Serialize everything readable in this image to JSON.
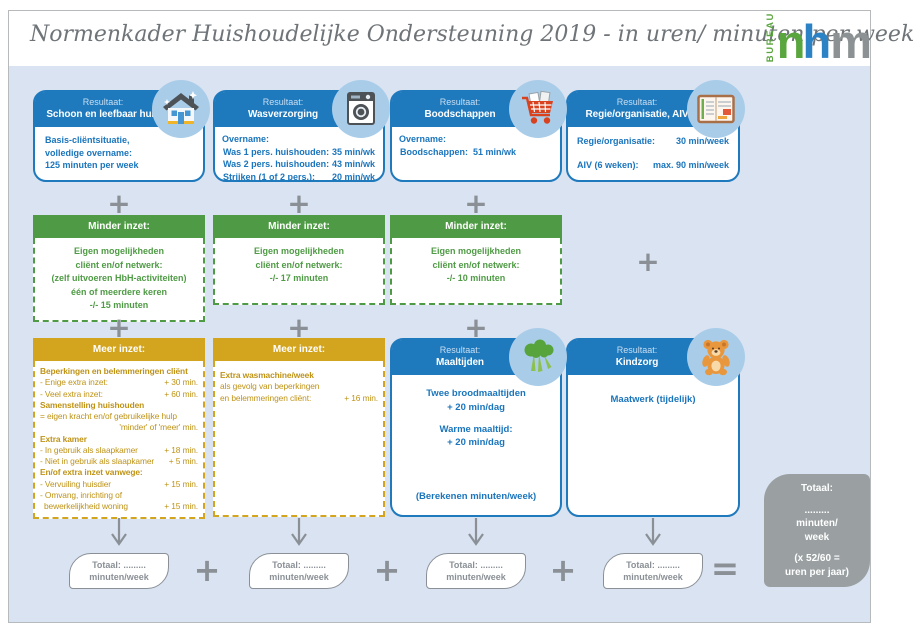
{
  "header": {
    "title": "Normenkader Huishoudelijke Ondersteuning 2019 - in uren/ minuten per week",
    "logo": {
      "bureau": "BUREAU",
      "n": "n",
      "h": "h",
      "m": "m"
    }
  },
  "symbols": {
    "plus": "+",
    "equals": "="
  },
  "row1": [
    {
      "label": "Resultaat:",
      "name": "Schoon en leefbaar huis",
      "icon": "house-icon",
      "lines": [
        "Basis-cliëntsituatie,",
        "volledige overname:",
        "125 minuten per week"
      ]
    },
    {
      "label": "Resultaat:",
      "name": "Wasverzorging",
      "icon": "washing-machine-icon",
      "intro": "Overname:",
      "rows": [
        {
          "label": "Was 1 pers. huishouden:",
          "value": "35 min/wk"
        },
        {
          "label": "Was 2 pers. huishouden:",
          "value": "43 min/wk"
        },
        {
          "label": "Strijken (1 of 2 pers.):",
          "value": "20 min/wk"
        }
      ]
    },
    {
      "label": "Resultaat:",
      "name": "Boodschappen",
      "icon": "shopping-cart-icon",
      "intro": "Overname:",
      "rows": [
        {
          "label": "Boodschappen:",
          "value": "51 min/wk"
        }
      ]
    },
    {
      "label": "Resultaat:",
      "name": "Regie/organisatie, AIV",
      "icon": "planner-icon",
      "rows": [
        {
          "label": "Regie/organisatie:",
          "value": "30 min/week"
        },
        {
          "label": "AIV (6 weken):",
          "value": "max. 90 min/week"
        }
      ]
    }
  ],
  "minder": [
    {
      "title": "Minder inzet:",
      "lines": [
        "Eigen mogelijkheden",
        "cliënt en/of netwerk:",
        "(zelf uitvoeren HbH-activiteiten)",
        "één of meerdere keren",
        "-/- 15 minuten"
      ]
    },
    {
      "title": "Minder inzet:",
      "lines": [
        "Eigen mogelijkheden",
        "cliënt en/of netwerk:",
        "-/- 17 minuten"
      ]
    },
    {
      "title": "Minder inzet:",
      "lines": [
        "Eigen mogelijkheden",
        "cliënt en/of netwerk:",
        "-/- 10 minuten"
      ]
    }
  ],
  "meer": [
    {
      "title": "Meer inzet:",
      "sections": [
        {
          "heading": "Beperkingen en belemmeringen cliënt",
          "rows": [
            {
              "label": "- Enige extra inzet:",
              "value": "+ 30 min."
            },
            {
              "label": "- Veel extra inzet:",
              "value": "+ 60 min."
            }
          ]
        },
        {
          "heading": "Samenstelling huishouden",
          "rows": [
            {
              "label": "= eigen kracht en/of gebruikelijke hulp",
              "value": ""
            },
            {
              "label": "",
              "value": "'minder' of 'meer' min."
            }
          ]
        },
        {
          "heading": "Extra kamer",
          "rows": [
            {
              "label": "- In gebruik als slaapkamer",
              "value": "+ 18 min."
            },
            {
              "label": "- Niet in gebruik als slaapkamer",
              "value": "+ 5 min."
            }
          ]
        },
        {
          "heading": "En/of extra inzet vanwege:",
          "rows": [
            {
              "label": "- Vervuiling huisdier",
              "value": "+ 15 min."
            },
            {
              "label": "- Omvang, inrichting of",
              "value": ""
            },
            {
              "label": "bewerkelijkheid woning",
              "value": "+ 15 min."
            }
          ]
        }
      ]
    },
    {
      "title": "Meer inzet:",
      "sections": [
        {
          "heading": "Extra wasmachine/week",
          "rows": [
            {
              "label": "als gevolg van beperkingen",
              "value": ""
            },
            {
              "label": "en belemmeringen cliënt:",
              "value": "+ 16 min."
            }
          ]
        }
      ]
    }
  ],
  "row3": [
    {
      "label": "Resultaat:",
      "name": "Maaltijden",
      "icon": "broccoli-icon",
      "lines": [
        "Twee broodmaaltijden",
        "+ 20 min/dag",
        "Warme maaltijd:",
        "+ 20 min/dag"
      ],
      "footer": "(Berekenen minuten/week)"
    },
    {
      "label": "Resultaat:",
      "name": "Kindzorg",
      "icon": "teddy-bear-icon",
      "lines": [
        "Maatwerk (tijdelijk)"
      ]
    }
  ],
  "totals": [
    {
      "line1": "Totaal: .........",
      "line2": "minuten/week"
    },
    {
      "line1": "Totaal: .........",
      "line2": "minuten/week"
    },
    {
      "line1": "Totaal: .........",
      "line2": "minuten/week"
    },
    {
      "line1": "Totaal: .........",
      "line2": "minuten/week"
    }
  ],
  "grand_total": {
    "title": "Totaal:",
    "dots": ".........",
    "unit1": "minuten/",
    "unit2": "week",
    "formula1": "(x 52/60 =",
    "formula2": "uren per jaar)"
  }
}
